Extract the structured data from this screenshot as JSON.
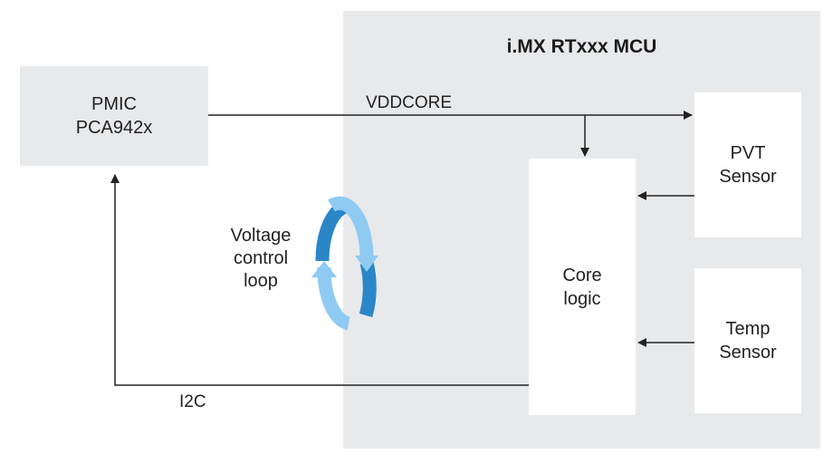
{
  "mcu": {
    "title": "i.MX RTxxx MCU"
  },
  "pmic": {
    "line1": "PMIC",
    "line2": "PCA942x"
  },
  "core_logic": {
    "line1": "Core",
    "line2": "logic"
  },
  "pvt_sensor": {
    "line1": "PVT",
    "line2": "Sensor"
  },
  "temp_sensor": {
    "line1": "Temp",
    "line2": "Sensor"
  },
  "signals": {
    "vddcore": "VDDCORE",
    "i2c": "I2C"
  },
  "loop": {
    "line1": "Voltage",
    "line2": "control",
    "line3": "loop"
  },
  "colors": {
    "mcu_bg": "#e8e9eb",
    "loop_dark": "#2b86c8",
    "loop_light": "#8fcaf3",
    "line": "#222222"
  }
}
